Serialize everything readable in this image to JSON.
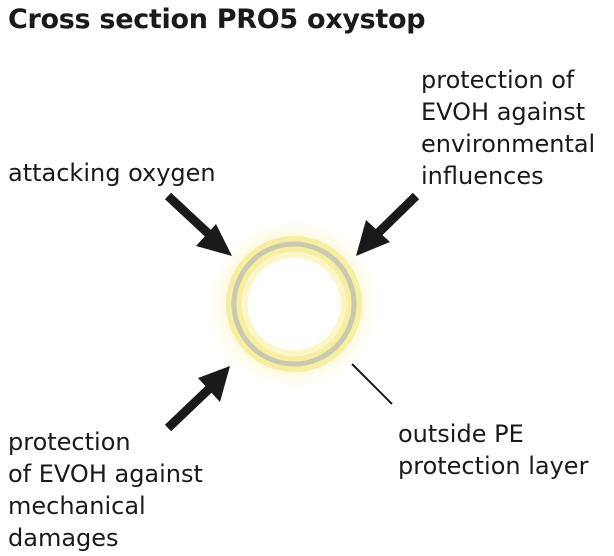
{
  "title": "Cross section PRO5 oxystop",
  "labels": {
    "attacking_oxygen": [
      "attacking oxygen"
    ],
    "environmental": [
      "protection of",
      "EVOH against",
      "environmental",
      "influences"
    ],
    "mechanical": [
      "protection",
      "of EVOH against",
      "mechanical",
      "damages"
    ],
    "pe_layer": [
      "outside PE",
      "protection layer"
    ]
  },
  "colors": {
    "text": "#1a1a1a",
    "arrow": "#1a1a1a",
    "glow": "#fbf6c2",
    "pe_layer": "#f3ea8c",
    "evoh_layer": "#c9c9b2",
    "bore": "#ffffff"
  }
}
